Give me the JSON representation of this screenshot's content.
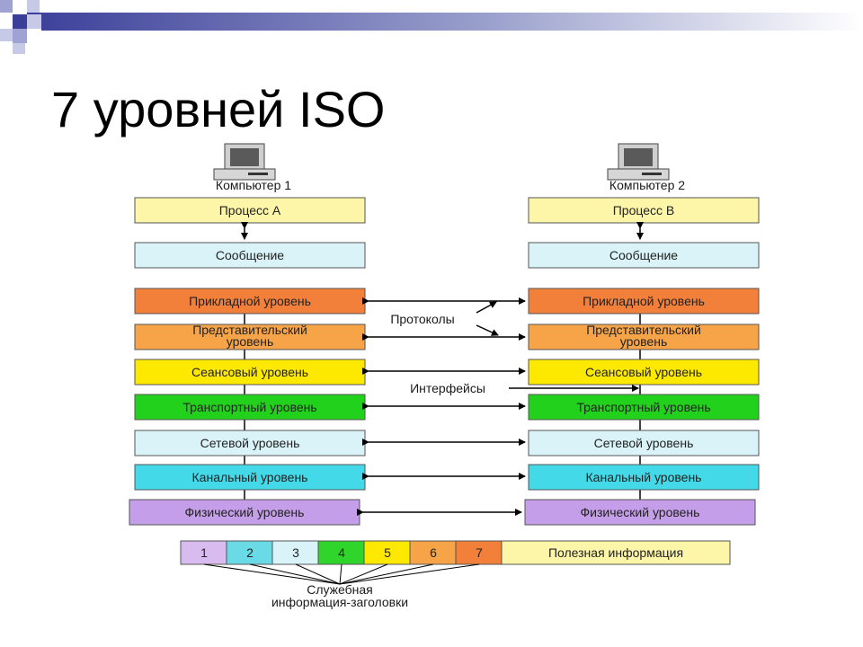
{
  "slide": {
    "title": "7 уровней ISO"
  },
  "diagram": {
    "computer_left": "Компьютер 1",
    "computer_right": "Компьютер 2",
    "process_left": "Процесс A",
    "process_right": "Процесс B",
    "message": "Сообщение",
    "layers": [
      {
        "label": "Прикладной уровень",
        "color": "#f2803a"
      },
      {
        "label_line1": "Представительский",
        "label_line2": "уровень",
        "color": "#f7a449"
      },
      {
        "label": "Сеансовый уровень",
        "color": "#fde900"
      },
      {
        "label": "Транспортный уровень",
        "color": "#22d11c"
      },
      {
        "label": "Сетевой уровень",
        "color": "#d9f3f9"
      },
      {
        "label": "Канальный уровень",
        "color": "#44d9e8"
      },
      {
        "label": "Физический уровень",
        "color": "#c49ee8"
      }
    ],
    "protocols_label": "Протоколы",
    "interfaces_label": "Интерфейсы",
    "packet": {
      "cells": [
        "1",
        "2",
        "3",
        "4",
        "5",
        "6",
        "7"
      ],
      "payload": "Полезная информация",
      "caption_line1": "Служебная",
      "caption_line2": "информация-заголовки"
    },
    "colors": {
      "process": "#fdf6a8",
      "message": "#d9f3f9",
      "cell_1": "#d8bcef",
      "cell_2": "#6adbe6",
      "cell_3": "#d9f3f9",
      "cell_4": "#2fd52a",
      "cell_5": "#fde900",
      "cell_6": "#f7a449",
      "cell_7": "#f2803a",
      "payload": "#fdf6a8"
    }
  }
}
